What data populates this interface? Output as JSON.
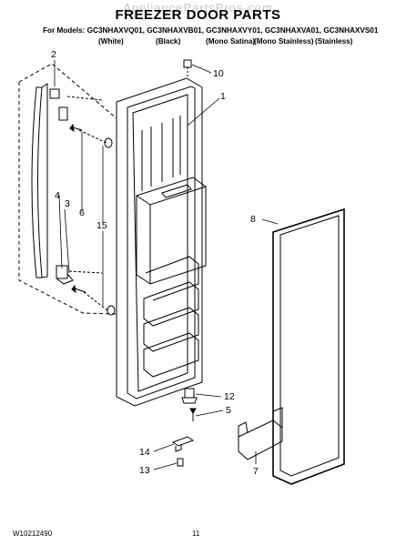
{
  "watermark": "AppliancePartsPros.com",
  "title": "FREEZER DOOR PARTS",
  "models": "For Models: GC3NHAXVQ01, GC3NHAXVB01, GC3NHAXVY01, GC3NHAXVA01, GC3NHAXVS01",
  "colors": [
    "(White)",
    "(Black)",
    "(Mono Satina)",
    "(Mono Stainless)",
    "(Stainless)"
  ],
  "callouts": {
    "c1": "1",
    "c2": "2",
    "c3": "3",
    "c4": "4",
    "c5": "5",
    "c6": "6",
    "c7": "7",
    "c8": "8",
    "c10": "10",
    "c12": "12",
    "c13": "13",
    "c14": "14",
    "c15": "15"
  },
  "footer": {
    "doc_number": "W10212490",
    "page_number": "11"
  }
}
